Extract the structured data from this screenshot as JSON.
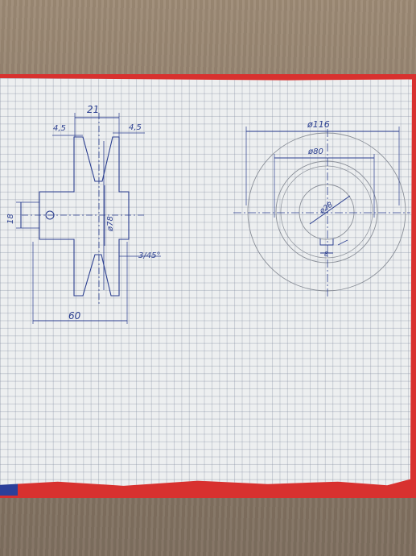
{
  "photo": {
    "subject": "hand-drawn pulley sketch on grid paper",
    "colors": {
      "ink": "#2a3e8f",
      "pencil": "#8a8f98",
      "paper": "#edeff0",
      "cover": "#d8312f",
      "table": "#8c7b69"
    }
  },
  "side_view": {
    "dims": {
      "top_width": "21",
      "left_chamfer": "4,5",
      "right_chamfer": "4,5",
      "hub_height": "18",
      "pulley_diameter": "ø78",
      "chamfer_note": "3/45°",
      "overall_length": "60"
    }
  },
  "front_view": {
    "dims": {
      "outer_diameter": "ø116",
      "inner_diameter": "ø80",
      "bore_diameter": "ø28",
      "keyway_width": "8"
    }
  }
}
